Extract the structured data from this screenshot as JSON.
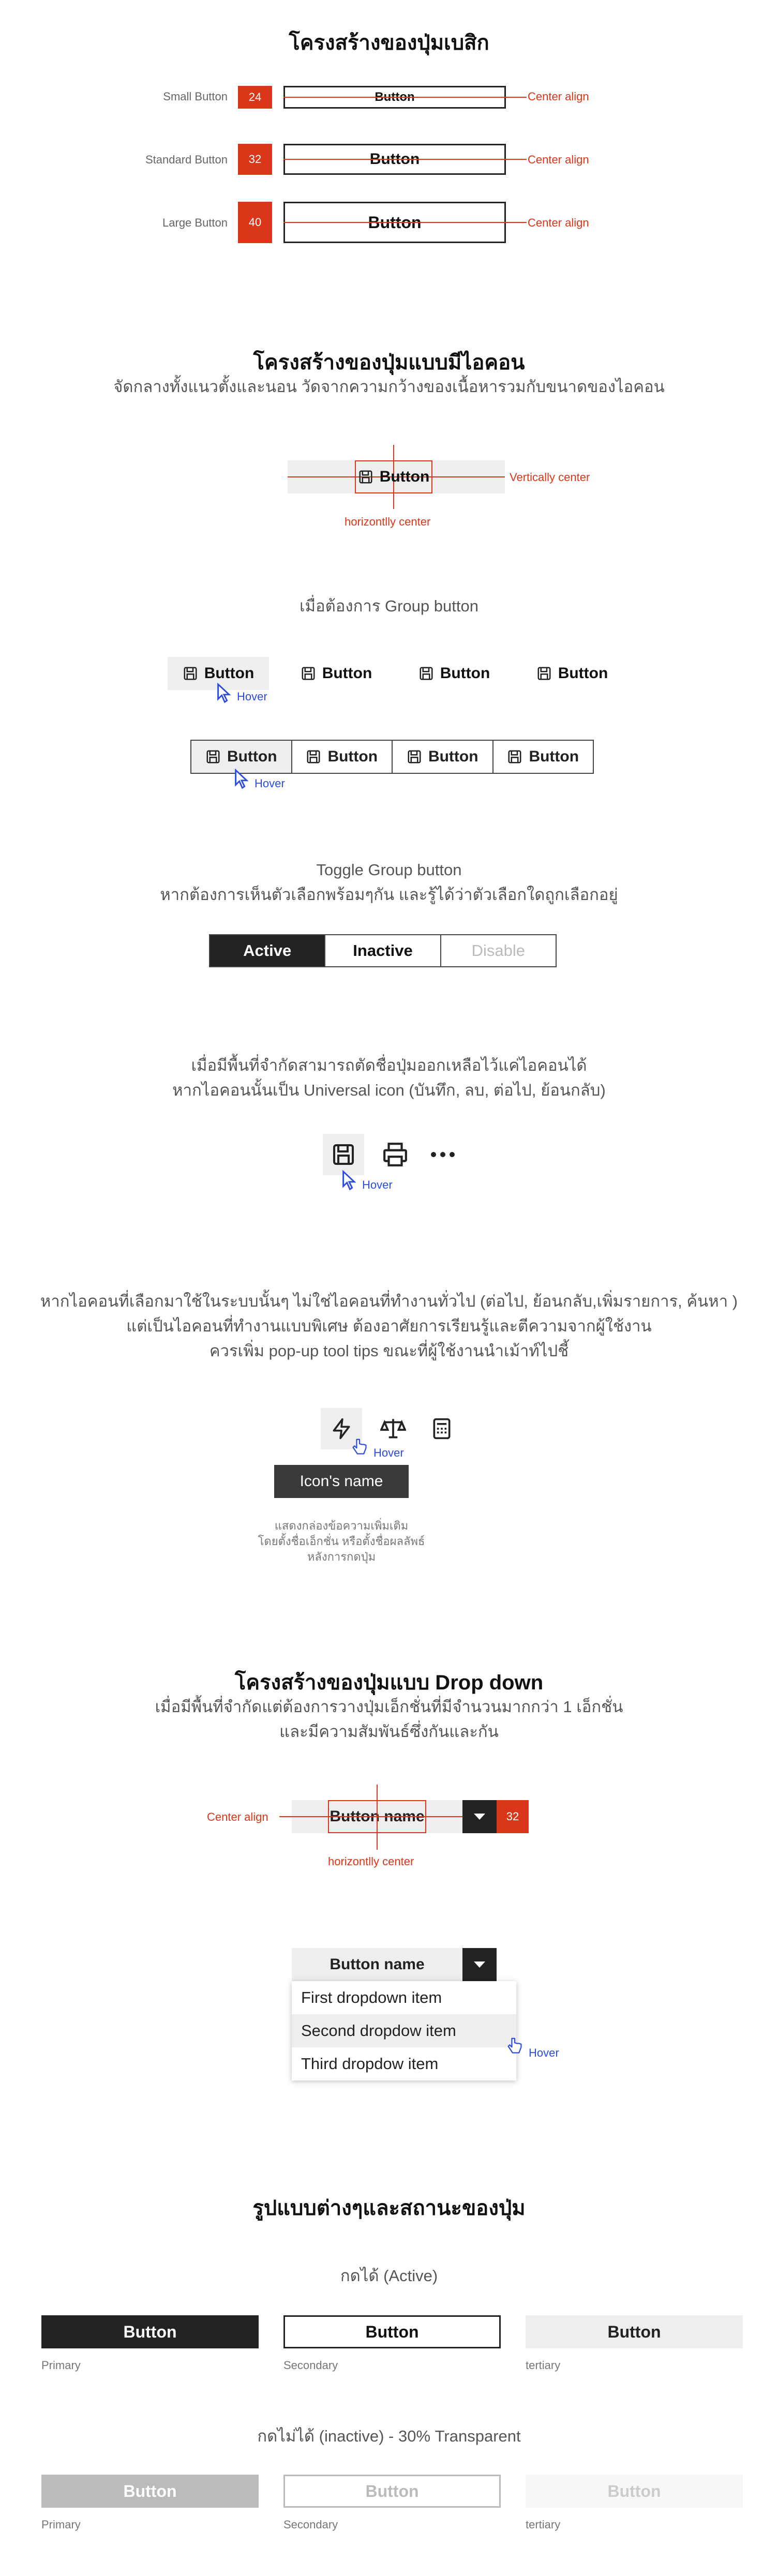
{
  "section1": {
    "title": "โครงสร้างของปุ่มเบสิก",
    "rows": [
      {
        "label": "Small Button",
        "size": "24",
        "button": "Button",
        "align": "Center align"
      },
      {
        "label": "Standard Button",
        "size": "32",
        "button": "Button",
        "align": "Center align"
      },
      {
        "label": "Large Button",
        "size": "40",
        "button": "Button",
        "align": "Center align"
      }
    ]
  },
  "section2": {
    "title": "โครงสร้างของปุ่มแบบมีไอคอน",
    "subtitle": "จัดกลางทั้งแนวตั้งและนอน วัดจากความกว้างของเนื้อหารวมกับขนาดของไอคอน",
    "button": "Button",
    "vertical_label": "Vertically center",
    "horizontal_label": "horizontlly center",
    "group_title": "เมื่อต้องการ Group button",
    "group_buttons": [
      "Button",
      "Button",
      "Button",
      "Button"
    ],
    "segmented_buttons": [
      "Button",
      "Button",
      "Button",
      "Button"
    ],
    "hover": "Hover"
  },
  "section3": {
    "title": "Toggle Group button",
    "subtitle": "หากต้องการเห็นตัวเลือกพร้อมๆกัน และรู้ได้ว่าตัวเลือกใดถูกเลือกอยู่",
    "options": [
      "Active",
      "Inactive",
      "Disable"
    ]
  },
  "section4": {
    "line1": "เมื่อมีพื้นที่จำกัดสามารถตัดชื่อปุ่มออกเหลือไว้แค่ไอคอนได้",
    "line2": "หากไอคอนนั้นเป็น Universal icon (บันทึก, ลบ, ต่อไป, ย้อนกลับ)",
    "hover": "Hover"
  },
  "section5": {
    "line1": "หากไอคอนที่เลือกมาใช้ในระบบนั้นๆ ไม่ใช่ไอคอนที่ทำงานทั่วไป (ต่อไป, ย้อนกลับ,เพิ่มรายการ, ค้นหา )",
    "line2": "แต่เป็นไอคอนที่ทำงานแบบพิเศษ ต้องอาศัยการเรียนรู้และตีความจากผู้ใช้งาน",
    "line3": "ควรเพิ่ม pop-up tool tips ขณะที่ผู้ใช้งานนำเม้าท์ไปชี้",
    "tooltip": "Icon's name",
    "note1": "แสดงกล่องข้อความเพิ่มเติม",
    "note2": "โดยตั้งชื่อเอ็กชั่น หรือตั้งชื่อผลลัพธ์",
    "note3": "หลังการกดปุ่ม",
    "hover": "Hover"
  },
  "section6": {
    "title": "โครงสร้างของปุ่มแบบ Drop down",
    "line1": "เมื่อมีพื้นที่จำกัดแต่ต้องการวางปุ่มเอ็กชั่นที่มีจำนวนมากกว่า 1 เอ็กชั่น",
    "line2": "และมีความสัมพันธ์ซึ่งกันและกัน",
    "button": "Button name",
    "size": "32",
    "center_align": "Center align",
    "horizontal_label": "horizontlly center",
    "dropdown_button": "Button name",
    "items": [
      "First dropdown item",
      "Second dropdow item",
      "Third dropdow item"
    ],
    "hover": "Hover"
  },
  "section7": {
    "title": "รูปแบบต่างๆและสถานะของปุ่ม",
    "active_title": "กดได้ (Active)",
    "inactive_title": "กดไม่ได้ (inactive) - 30% Transparent",
    "button": "Button",
    "types": [
      "Primary",
      "Secondary",
      "tertiary"
    ]
  },
  "colors": {
    "accent": "#d9361a",
    "hover": "#2d4cdb",
    "dark": "#222222",
    "tertiary": "#eeeeee"
  }
}
